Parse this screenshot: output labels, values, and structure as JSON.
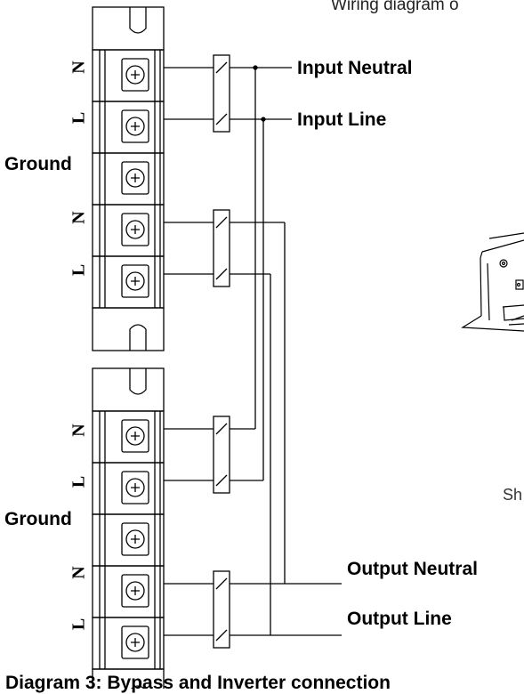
{
  "title_partial": "Wiring diagram o",
  "side_caption_partial": "Sh",
  "bottom_caption_partial": "Diagram 3: Bypass and Inverter connection",
  "block_top": {
    "terminals": [
      {
        "label": "N"
      },
      {
        "label": "L"
      },
      {
        "label": "Ground"
      },
      {
        "label": "N"
      },
      {
        "label": "L"
      }
    ]
  },
  "block_bottom": {
    "terminals": [
      {
        "label": "N"
      },
      {
        "label": "L"
      },
      {
        "label": "Ground"
      },
      {
        "label": "N"
      },
      {
        "label": "L"
      }
    ]
  },
  "connections": {
    "input_neutral": "Input Neutral",
    "input_line": "Input Line",
    "output_neutral": "Output  Neutral",
    "output_line": "Output Line"
  },
  "colors": {
    "line": "#000000",
    "background": "#ffffff"
  }
}
